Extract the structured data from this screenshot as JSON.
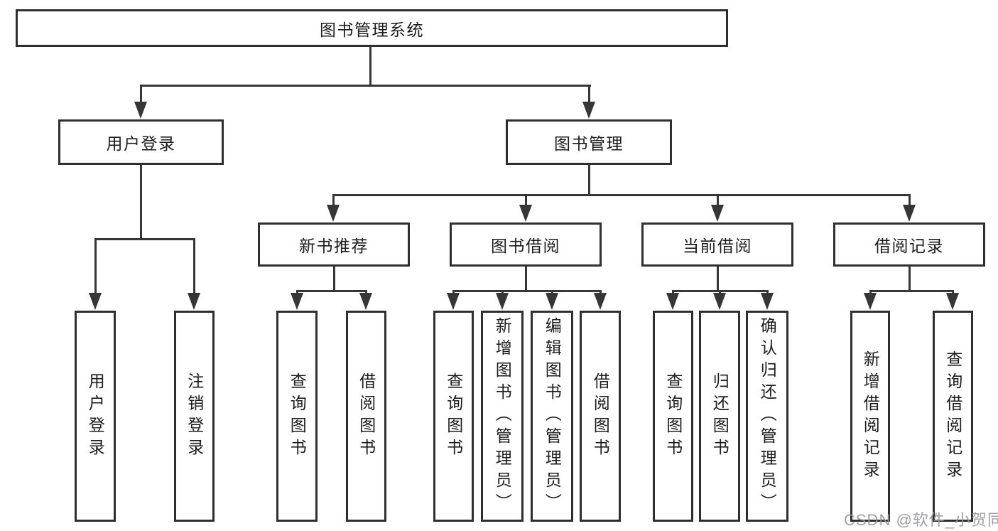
{
  "tree": {
    "label": "图书管理系统",
    "children": [
      {
        "label": "用户登录",
        "children": [
          {
            "label": "用户登录"
          },
          {
            "label": "注销登录"
          }
        ]
      },
      {
        "label": "图书管理",
        "children": [
          {
            "label": "新书推荐",
            "children": [
              {
                "label": "查询图书"
              },
              {
                "label": "借阅图书"
              }
            ]
          },
          {
            "label": "图书借阅",
            "children": [
              {
                "label": "查询图书"
              },
              {
                "label": "新增图书（管理员）"
              },
              {
                "label": "编辑图书（管理员）"
              },
              {
                "label": "借阅图书"
              }
            ]
          },
          {
            "label": "当前借阅",
            "children": [
              {
                "label": "查询图书"
              },
              {
                "label": "归还图书"
              },
              {
                "label": "确认归还（管理员）"
              }
            ]
          },
          {
            "label": "借阅记录",
            "children": [
              {
                "label": "新增借阅记录"
              },
              {
                "label": "查询借阅记录"
              }
            ]
          }
        ]
      }
    ]
  },
  "watermark": {
    "text": "CSDN @软件_小贺同学"
  },
  "colors": {
    "line": "#363636",
    "node_border": "#2f2f2f",
    "node_fill": "#ffffff",
    "text": "#1c1c1c",
    "watermark": "#95959c",
    "background": "#ffffff"
  }
}
